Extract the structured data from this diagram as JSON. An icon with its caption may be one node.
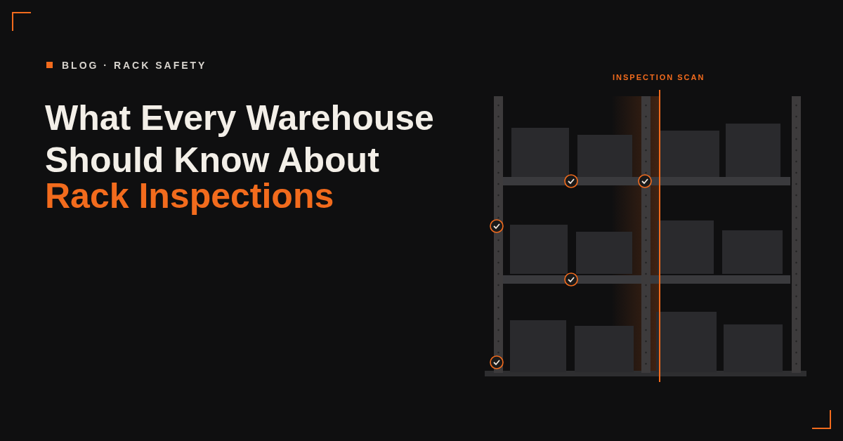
{
  "diagram": {
    "title": "What Every Warehouse Should Know About",
    "labels": [
      "BLOG · RACK SAFETY",
      "Rack Inspections",
      "INSPECTION SCAN"
    ]
  }
}
